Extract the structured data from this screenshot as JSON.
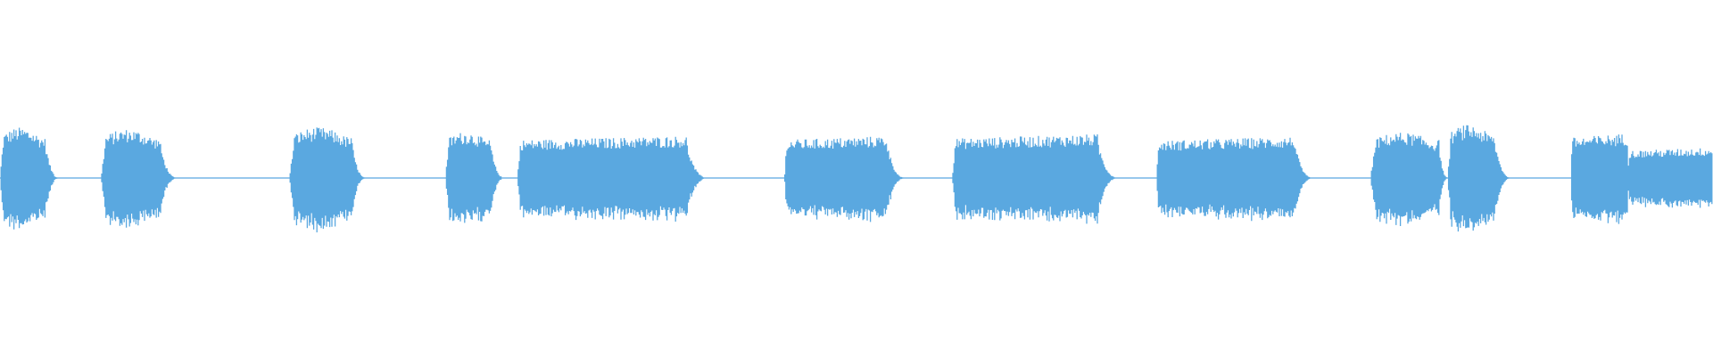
{
  "waveform": {
    "color": "#5aa8e0",
    "background": "#ffffff",
    "baseline_amplitude": 0.004,
    "segments": [
      {
        "start": 0.0,
        "end": 0.026,
        "amplitude": 0.6,
        "shape": "swell",
        "decay_end": 0.036
      },
      {
        "start": 0.059,
        "end": 0.093,
        "amplitude": 0.58,
        "shape": "swell",
        "decay_end": 0.105
      },
      {
        "start": 0.169,
        "end": 0.205,
        "amplitude": 0.6,
        "shape": "swell",
        "decay_end": 0.215
      },
      {
        "start": 0.26,
        "end": 0.286,
        "amplitude": 0.55,
        "shape": "swell",
        "decay_end": 0.296
      },
      {
        "start": 0.302,
        "end": 0.401,
        "amplitude": 0.5,
        "shape": "block",
        "decay_end": 0.415
      },
      {
        "start": 0.458,
        "end": 0.518,
        "amplitude": 0.5,
        "shape": "block",
        "decay_end": 0.53
      },
      {
        "start": 0.556,
        "end": 0.641,
        "amplitude": 0.52,
        "shape": "block",
        "decay_end": 0.655
      },
      {
        "start": 0.675,
        "end": 0.756,
        "amplitude": 0.49,
        "shape": "block",
        "decay_end": 0.768
      },
      {
        "start": 0.8,
        "end": 0.84,
        "amplitude": 0.54,
        "shape": "swell",
        "decay_end": 0.846
      },
      {
        "start": 0.845,
        "end": 0.872,
        "amplitude": 0.63,
        "shape": "swell",
        "decay_end": 0.884
      },
      {
        "start": 0.917,
        "end": 0.95,
        "amplitude": 0.53,
        "shape": "block",
        "decay_end": 0.952
      },
      {
        "start": 0.95,
        "end": 1.0,
        "amplitude": 0.36,
        "shape": "block",
        "decay_end": 1.0
      }
    ]
  }
}
